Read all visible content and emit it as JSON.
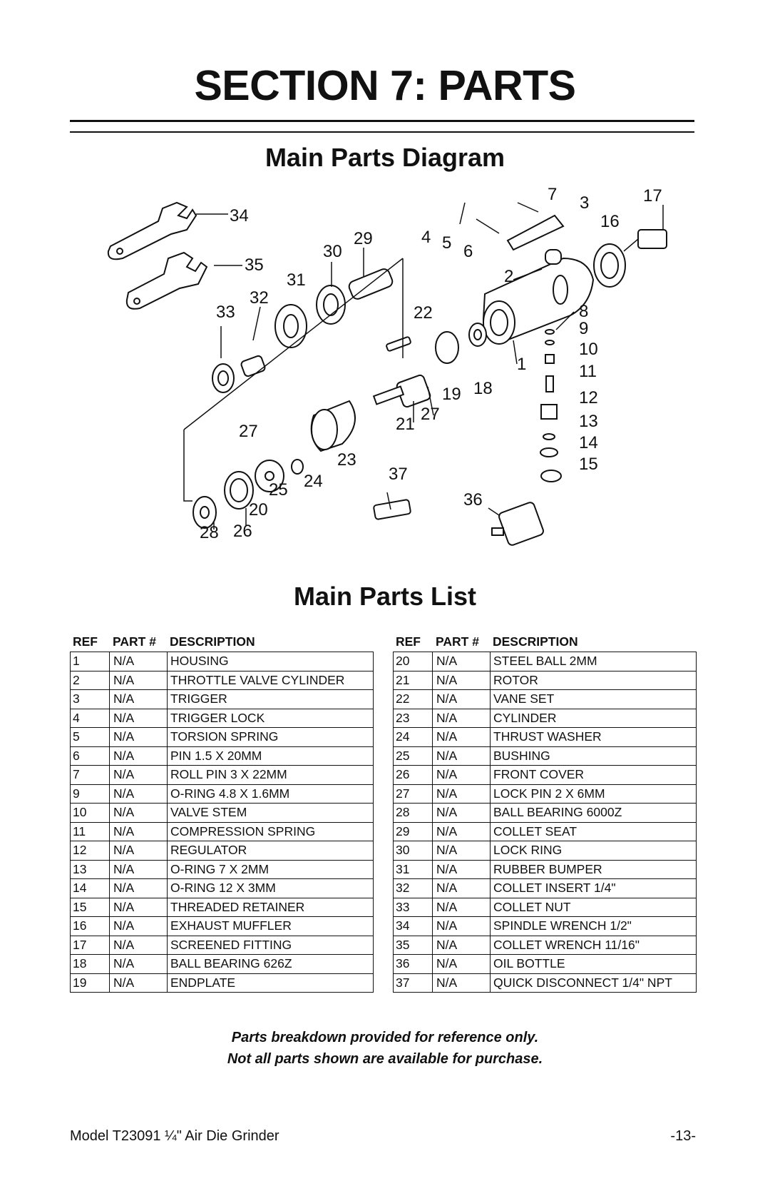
{
  "section_title": "SECTION 7: PARTS",
  "diagram_heading": "Main Parts Diagram",
  "list_heading": "Main Parts List",
  "diagram_callouts": [
    "1",
    "2",
    "3",
    "4",
    "5",
    "6",
    "7",
    "8",
    "9",
    "10",
    "11",
    "12",
    "13",
    "14",
    "15",
    "16",
    "17",
    "18",
    "19",
    "20",
    "21",
    "22",
    "23",
    "24",
    "25",
    "26",
    "27",
    "27",
    "28",
    "29",
    "30",
    "31",
    "32",
    "33",
    "34",
    "35",
    "36",
    "37"
  ],
  "table_headers": {
    "ref": "REF",
    "part": "PART #",
    "desc": "DESCRIPTION"
  },
  "table_left": [
    {
      "ref": "1",
      "part": "N/A",
      "desc": "HOUSING"
    },
    {
      "ref": "2",
      "part": "N/A",
      "desc": "THROTTLE VALVE CYLINDER"
    },
    {
      "ref": "3",
      "part": "N/A",
      "desc": "TRIGGER"
    },
    {
      "ref": "4",
      "part": "N/A",
      "desc": "TRIGGER LOCK"
    },
    {
      "ref": "5",
      "part": "N/A",
      "desc": "TORSION SPRING"
    },
    {
      "ref": "6",
      "part": "N/A",
      "desc": "PIN 1.5 X 20MM"
    },
    {
      "ref": "7",
      "part": "N/A",
      "desc": "ROLL PIN 3 X 22MM"
    },
    {
      "ref": "9",
      "part": "N/A",
      "desc": "O-RING 4.8 X 1.6MM"
    },
    {
      "ref": "10",
      "part": "N/A",
      "desc": "VALVE STEM"
    },
    {
      "ref": "11",
      "part": "N/A",
      "desc": "COMPRESSION SPRING"
    },
    {
      "ref": "12",
      "part": "N/A",
      "desc": "REGULATOR"
    },
    {
      "ref": "13",
      "part": "N/A",
      "desc": "O-RING 7 X 2MM"
    },
    {
      "ref": "14",
      "part": "N/A",
      "desc": "O-RING 12 X 3MM"
    },
    {
      "ref": "15",
      "part": "N/A",
      "desc": "THREADED RETAINER"
    },
    {
      "ref": "16",
      "part": "N/A",
      "desc": "EXHAUST MUFFLER"
    },
    {
      "ref": "17",
      "part": "N/A",
      "desc": "SCREENED FITTING"
    },
    {
      "ref": "18",
      "part": "N/A",
      "desc": "BALL BEARING 626Z"
    },
    {
      "ref": "19",
      "part": "N/A",
      "desc": "ENDPLATE"
    }
  ],
  "table_right": [
    {
      "ref": "20",
      "part": "N/A",
      "desc": "STEEL BALL 2MM"
    },
    {
      "ref": "21",
      "part": "N/A",
      "desc": "ROTOR"
    },
    {
      "ref": "22",
      "part": "N/A",
      "desc": "VANE SET"
    },
    {
      "ref": "23",
      "part": "N/A",
      "desc": "CYLINDER"
    },
    {
      "ref": "24",
      "part": "N/A",
      "desc": "THRUST WASHER"
    },
    {
      "ref": "25",
      "part": "N/A",
      "desc": "BUSHING"
    },
    {
      "ref": "26",
      "part": "N/A",
      "desc": "FRONT COVER"
    },
    {
      "ref": "27",
      "part": "N/A",
      "desc": "LOCK PIN 2 X 6MM"
    },
    {
      "ref": "28",
      "part": "N/A",
      "desc": "BALL BEARING 6000Z"
    },
    {
      "ref": "29",
      "part": "N/A",
      "desc": "COLLET SEAT"
    },
    {
      "ref": "30",
      "part": "N/A",
      "desc": "LOCK RING"
    },
    {
      "ref": "31",
      "part": "N/A",
      "desc": "RUBBER BUMPER"
    },
    {
      "ref": "32",
      "part": "N/A",
      "desc": "COLLET INSERT 1/4\""
    },
    {
      "ref": "33",
      "part": "N/A",
      "desc": "COLLET NUT"
    },
    {
      "ref": "34",
      "part": "N/A",
      "desc": "SPINDLE WRENCH 1/2\""
    },
    {
      "ref": "35",
      "part": "N/A",
      "desc": "COLLET WRENCH 11/16\""
    },
    {
      "ref": "36",
      "part": "N/A",
      "desc": "OIL BOTTLE"
    },
    {
      "ref": "37",
      "part": "N/A",
      "desc": "QUICK DISCONNECT 1/4\" NPT"
    }
  ],
  "note_line1": "Parts breakdown provided for reference only.",
  "note_line2": "Not all parts shown are available for purchase.",
  "footer_model": "Model T23091 ¼\" Air Die Grinder",
  "footer_page": "-13-"
}
